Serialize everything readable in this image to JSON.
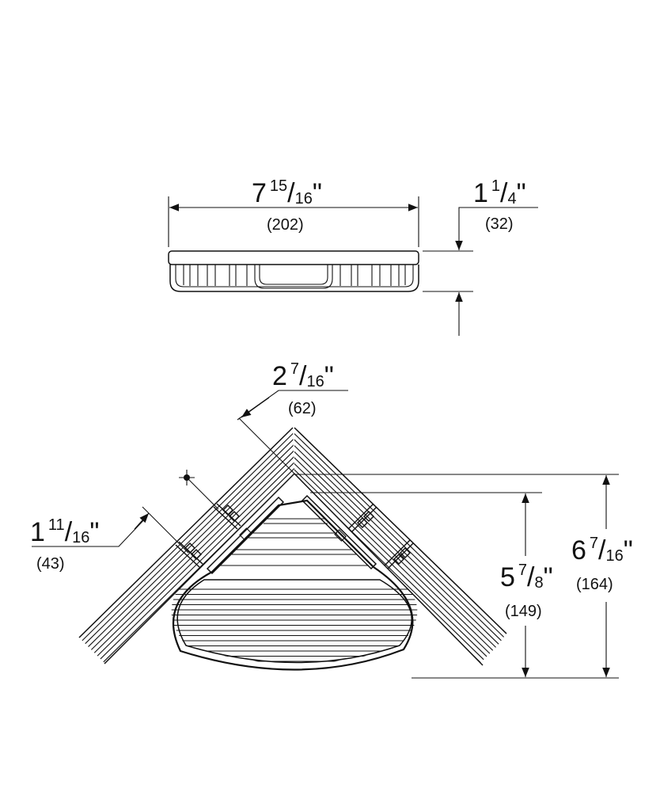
{
  "top_view": {
    "width_dim": {
      "whole": "7",
      "num": "15",
      "den": "16",
      "unit": "\"",
      "metric": "(202)"
    },
    "height_dim": {
      "whole": "1",
      "num": "1",
      "den": "4",
      "unit": "\"",
      "metric": "(32)"
    }
  },
  "plan_view": {
    "wall_dim": {
      "whole": "2",
      "num": "7",
      "den": "16",
      "unit": "\"",
      "metric": "(62)"
    },
    "offset_dim": {
      "whole": "1",
      "num": "11",
      "den": "16",
      "unit": "\"",
      "metric": "(43)"
    },
    "inner_depth_dim": {
      "whole": "5",
      "num": "7",
      "den": "8",
      "unit": "\"",
      "metric": "(149)"
    },
    "outer_depth_dim": {
      "whole": "6",
      "num": "7",
      "den": "16",
      "unit": "\"",
      "metric": "(164)"
    }
  }
}
